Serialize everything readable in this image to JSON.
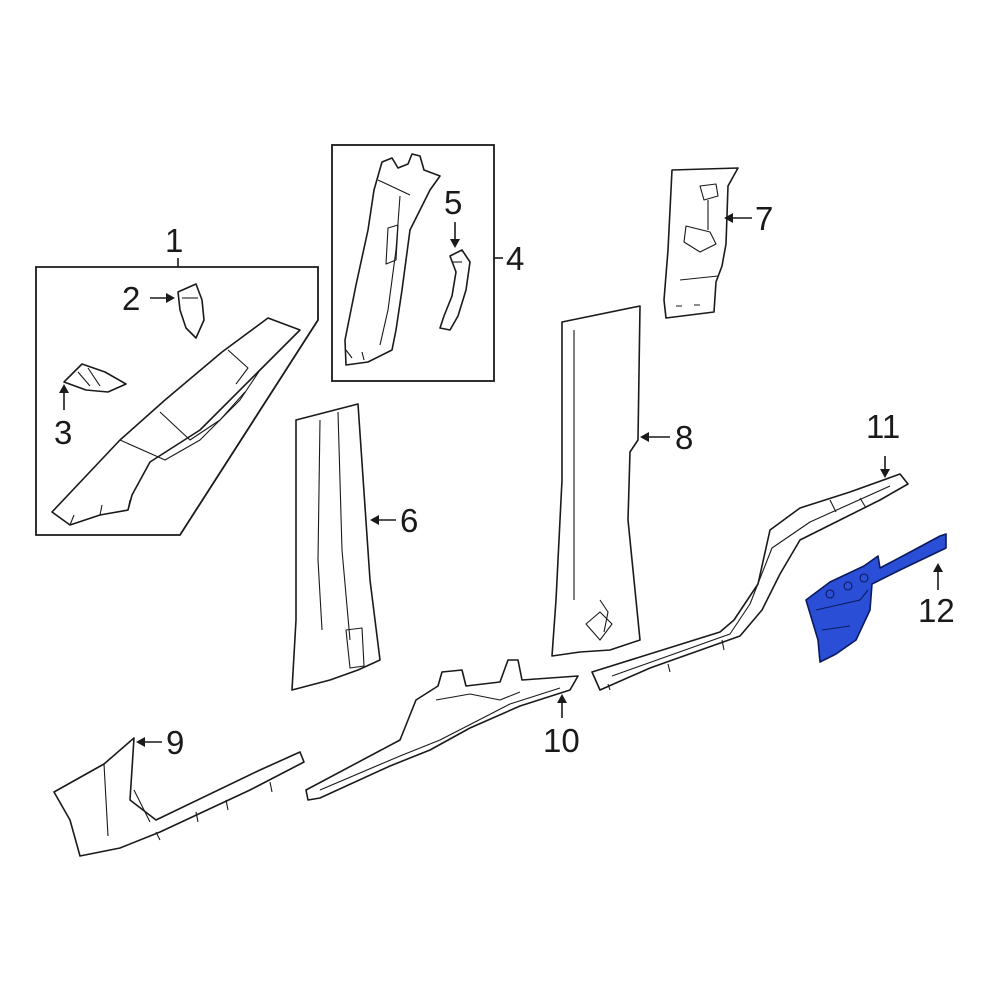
{
  "diagram": {
    "highlight_color": "#2a4fd6",
    "outline_color": "#1a1a1a",
    "callouts": {
      "c1": "1",
      "c2": "2",
      "c3": "3",
      "c4": "4",
      "c5": "5",
      "c6": "6",
      "c7": "7",
      "c8": "8",
      "c9": "9",
      "c10": "10",
      "c11": "11",
      "c12": "12"
    },
    "highlighted_part": "12"
  }
}
